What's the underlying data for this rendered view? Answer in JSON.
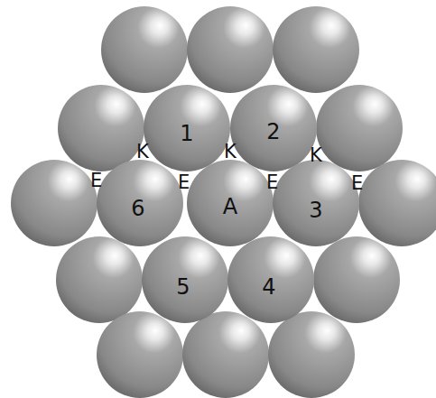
{
  "diagram": {
    "nodes": [
      {
        "text": [
          "1"
        ]
      },
      {
        "text": [
          "2"
        ]
      },
      {
        "text": [
          "6"
        ]
      },
      {
        "text": [
          "A"
        ]
      },
      {
        "text": [
          "3"
        ]
      },
      {
        "text": [
          "5"
        ]
      },
      {
        "text": [
          "4"
        ]
      }
    ],
    "labels": [
      "K",
      "K",
      "K",
      "E",
      "E",
      "E",
      "E"
    ]
  }
}
